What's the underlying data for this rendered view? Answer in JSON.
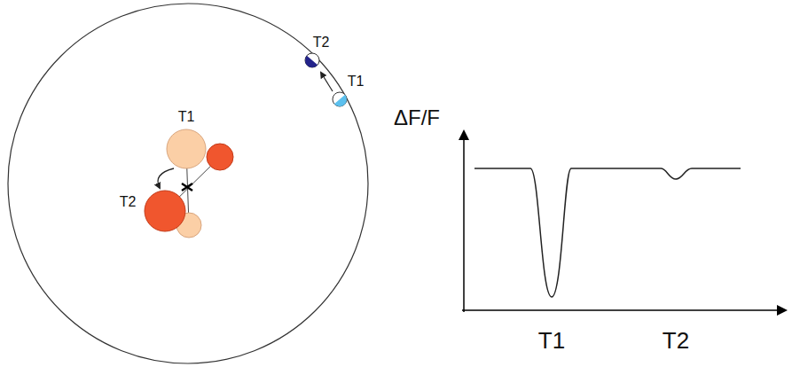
{
  "diagram": {
    "labels": [
      "T2",
      "T1",
      "T1",
      "T2",
      "ΔF/F",
      "T1",
      "T2"
    ]
  }
}
